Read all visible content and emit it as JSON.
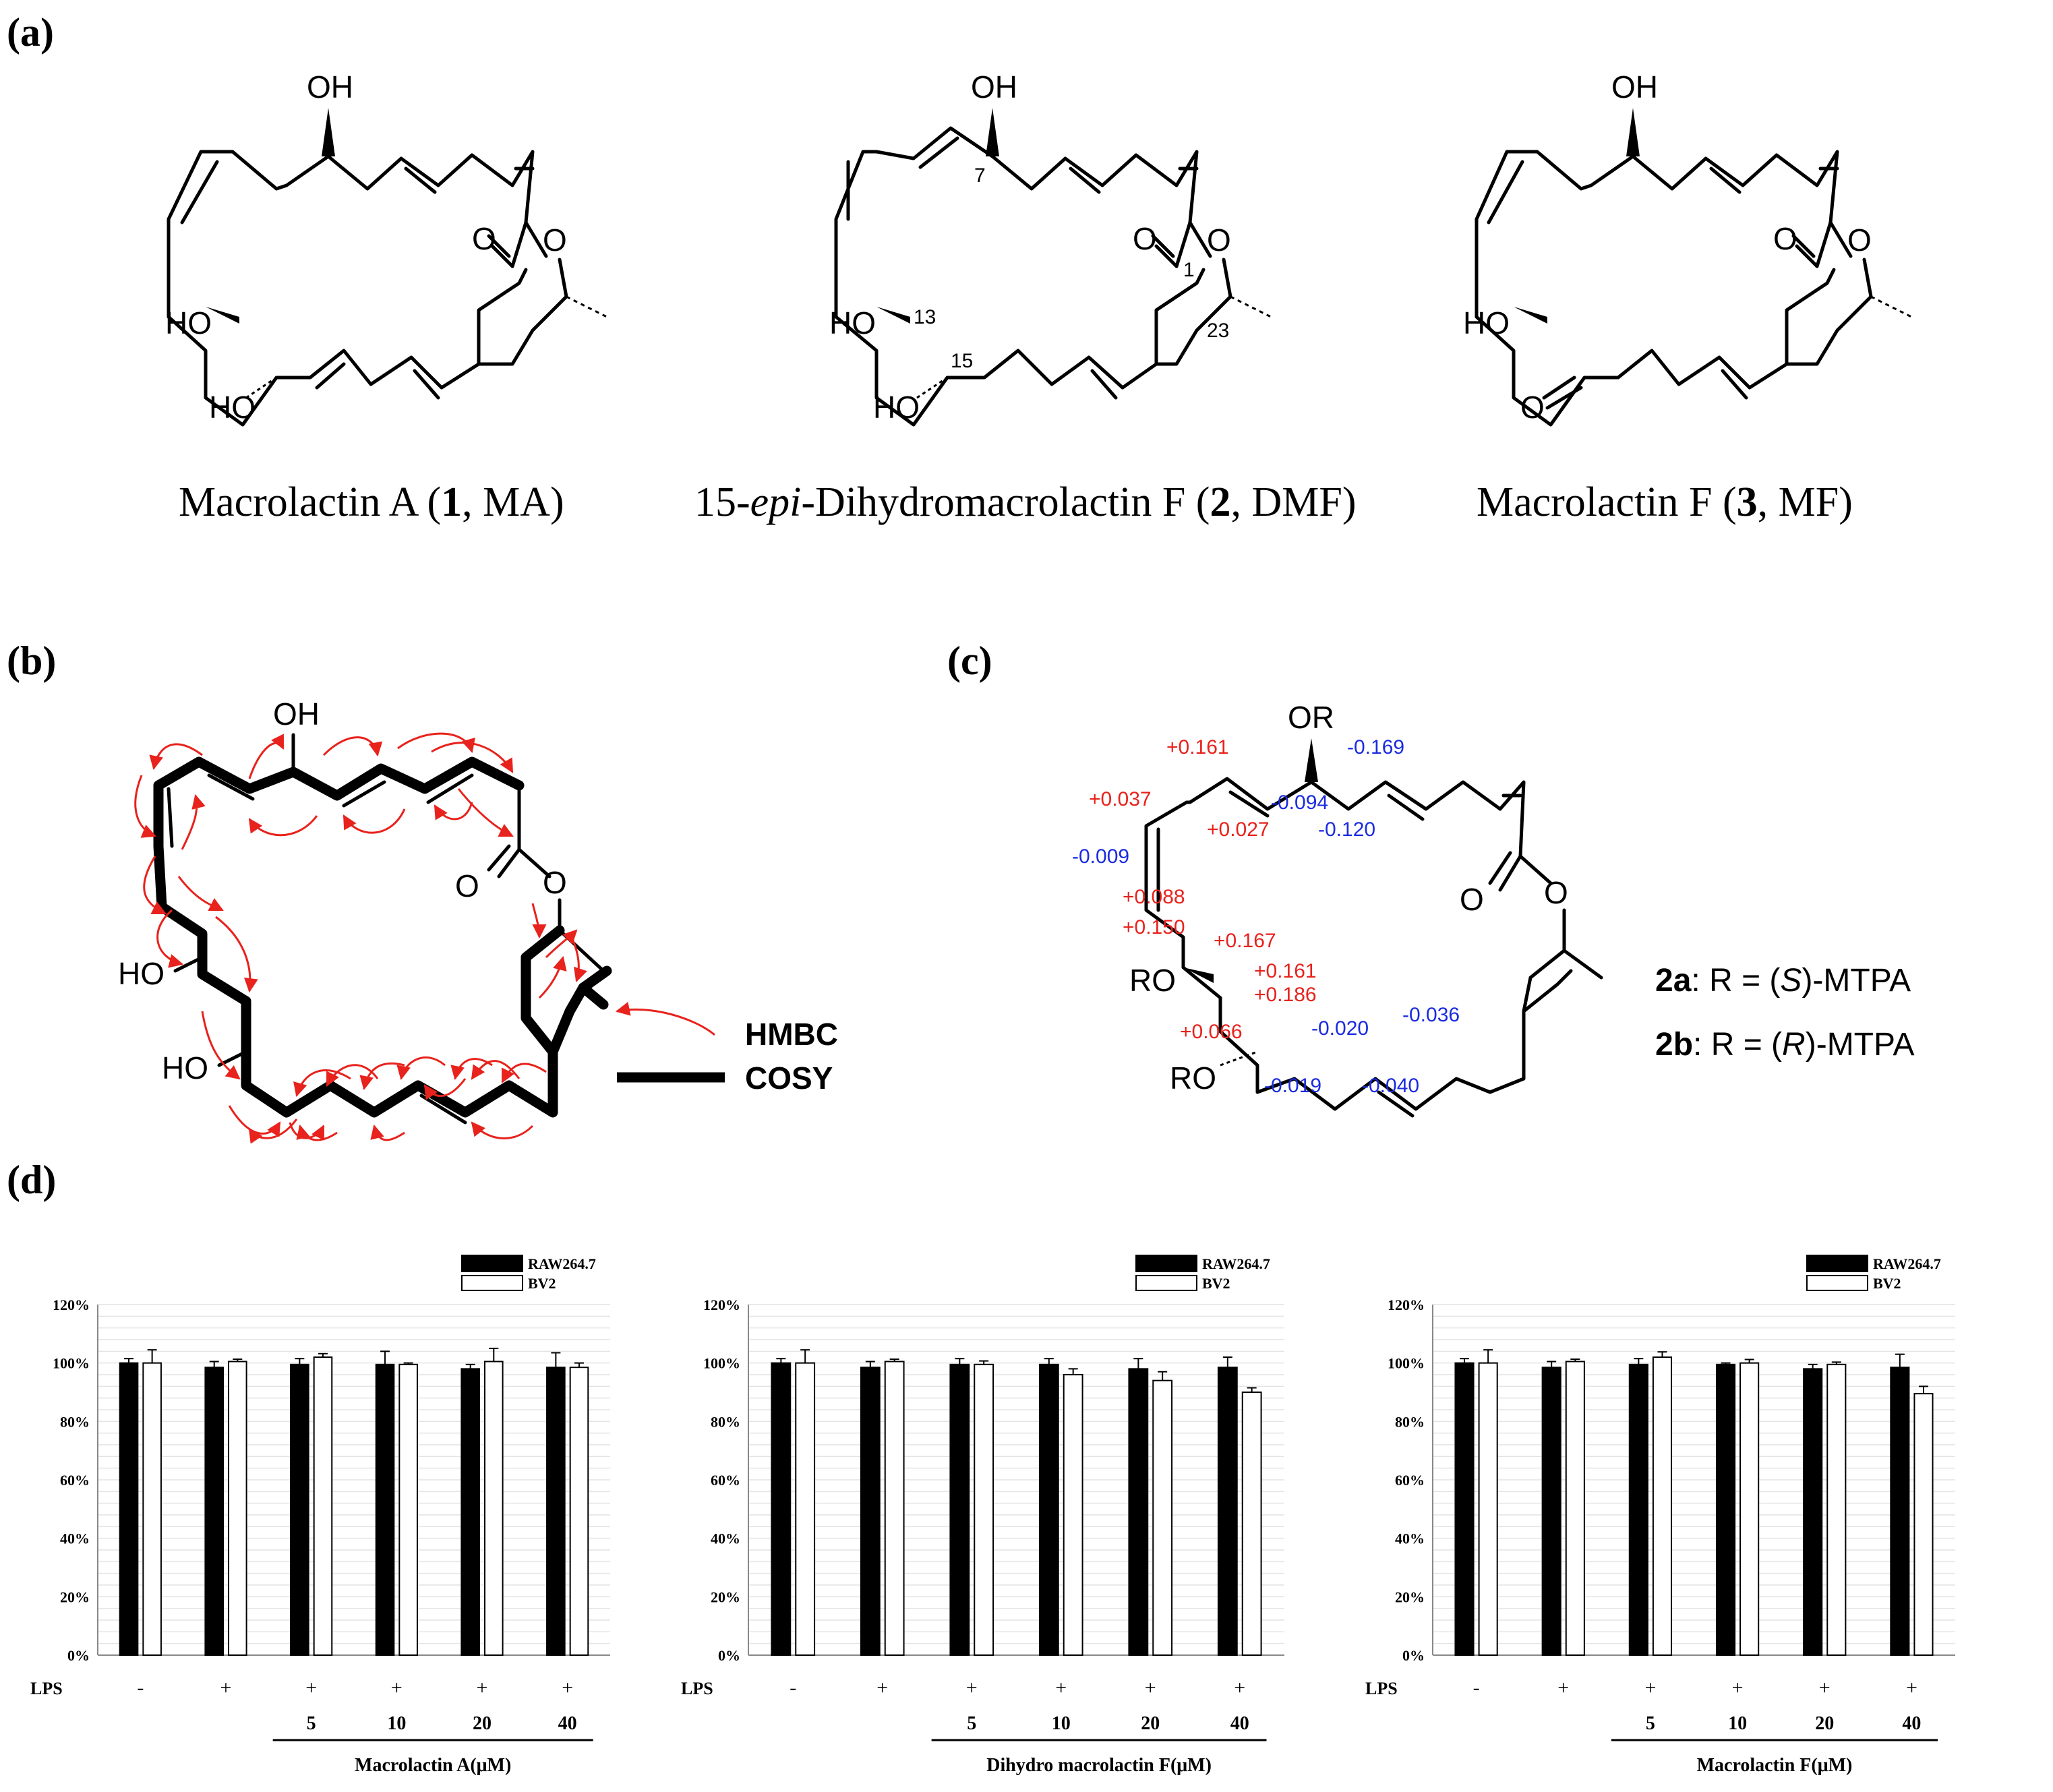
{
  "panels": {
    "a": "(a)",
    "b": "(b)",
    "c": "(c)",
    "d": "(d)"
  },
  "structures": {
    "atom_oh": "OH",
    "atom_ho": "HO",
    "atom_o": "O",
    "atom_or": "OR",
    "atom_ro": "RO",
    "dmf_numbers": [
      "7",
      "1",
      "13",
      "23",
      "15"
    ]
  },
  "compound_names": [
    {
      "pre": "Macrolactin  A (",
      "num": "1",
      "post": ", MA)"
    },
    {
      "pre": "15-",
      "ital": "epi",
      "pre2": "-Dihydromacrolactin F (",
      "num": "2",
      "post": ", DMF)"
    },
    {
      "pre": "Macrolactin F (",
      "num": "3",
      "post": ", MF)"
    }
  ],
  "legend_b": {
    "hmbc": "HMBC",
    "cosy": "COSY"
  },
  "mosher": {
    "red": [
      "+0.161",
      "+0.037",
      "+0.027",
      "+0.088",
      "+0.150",
      "+0.167",
      "+0.161",
      "+0.186",
      "+0.066"
    ],
    "blue": [
      "-0.169",
      "-0.094",
      "-0.120",
      "-0.009",
      "-0.020",
      "-0.036",
      "-0.019",
      "-0.040"
    ],
    "label_a": {
      "num": "2a",
      "text": ": R = (",
      "ital": "S",
      "end": ")-MTPA"
    },
    "label_b": {
      "num": "2b",
      "text": ": R = (",
      "ital": "R",
      "end": ")-MTPA"
    }
  },
  "colors": {
    "hmbc_arrow": "#e8221c",
    "positive": "#e8221c",
    "negative": "#1a2be0",
    "bar_raw": "#000000",
    "bar_bv2": "#ffffff"
  },
  "chart_data": [
    {
      "type": "bar",
      "categories": [
        "-",
        "+",
        "5",
        "10",
        "20",
        "40"
      ],
      "lps_row": [
        "-",
        "+",
        "+",
        "+",
        "+",
        "+"
      ],
      "lps_label": "LPS",
      "conc_labels": [
        "5",
        "10",
        "20",
        "40"
      ],
      "xlabel": "Macrolactin A(μM)",
      "ylim": [
        0,
        120
      ],
      "yticks": [
        "0%",
        "20%",
        "40%",
        "60%",
        "80%",
        "100%",
        "120%"
      ],
      "series": [
        {
          "name": "RAW264.7",
          "values": [
            100,
            98.5,
            99.5,
            99.5,
            98,
            98.5
          ],
          "errors": [
            1.5,
            2,
            2,
            4.5,
            1.5,
            5
          ]
        },
        {
          "name": "BV2",
          "values": [
            100,
            100.5,
            102,
            99.5,
            100.5,
            98.5
          ],
          "errors": [
            4.5,
            0.8,
            1.2,
            0.5,
            4.5,
            1.5
          ]
        }
      ],
      "grid": true,
      "legend": "top-right"
    },
    {
      "type": "bar",
      "categories": [
        "-",
        "+",
        "5",
        "10",
        "20",
        "40"
      ],
      "lps_row": [
        "-",
        "+",
        "+",
        "+",
        "+",
        "+"
      ],
      "lps_label": "LPS",
      "conc_labels": [
        "5",
        "10",
        "20",
        "40"
      ],
      "xlabel": "Dihydro macrolactin F(μM)",
      "ylim": [
        0,
        120
      ],
      "yticks": [
        "0%",
        "20%",
        "40%",
        "60%",
        "80%",
        "100%",
        "120%"
      ],
      "series": [
        {
          "name": "RAW264.7",
          "values": [
            100,
            98.5,
            99.5,
            99.5,
            98,
            98.5
          ],
          "errors": [
            1.5,
            2,
            2,
            2,
            3.5,
            3.5
          ]
        },
        {
          "name": "BV2",
          "values": [
            100,
            100.5,
            99.5,
            96,
            94,
            90
          ],
          "errors": [
            4.5,
            0.8,
            1.2,
            2,
            3,
            1.5
          ]
        }
      ],
      "grid": true,
      "legend": "top-right"
    },
    {
      "type": "bar",
      "categories": [
        "-",
        "+",
        "5",
        "10",
        "20",
        "40"
      ],
      "lps_row": [
        "-",
        "+",
        "+",
        "+",
        "+",
        "+"
      ],
      "lps_label": "LPS",
      "conc_labels": [
        "5",
        "10",
        "20",
        "40"
      ],
      "xlabel": "Macrolactin F(μM)",
      "ylim": [
        0,
        120
      ],
      "yticks": [
        "0%",
        "20%",
        "40%",
        "60%",
        "80%",
        "100%",
        "120%"
      ],
      "series": [
        {
          "name": "RAW264.7",
          "values": [
            100,
            98.5,
            99.5,
            99.5,
            98,
            98.5
          ],
          "errors": [
            1.5,
            2,
            2,
            0.5,
            1.5,
            4.5
          ]
        },
        {
          "name": "BV2",
          "values": [
            100,
            100.5,
            102,
            100,
            99.5,
            89.5
          ],
          "errors": [
            4.5,
            0.8,
            1.8,
            1.2,
            0.8,
            2.5
          ]
        }
      ],
      "grid": true,
      "legend": "top-right"
    }
  ]
}
